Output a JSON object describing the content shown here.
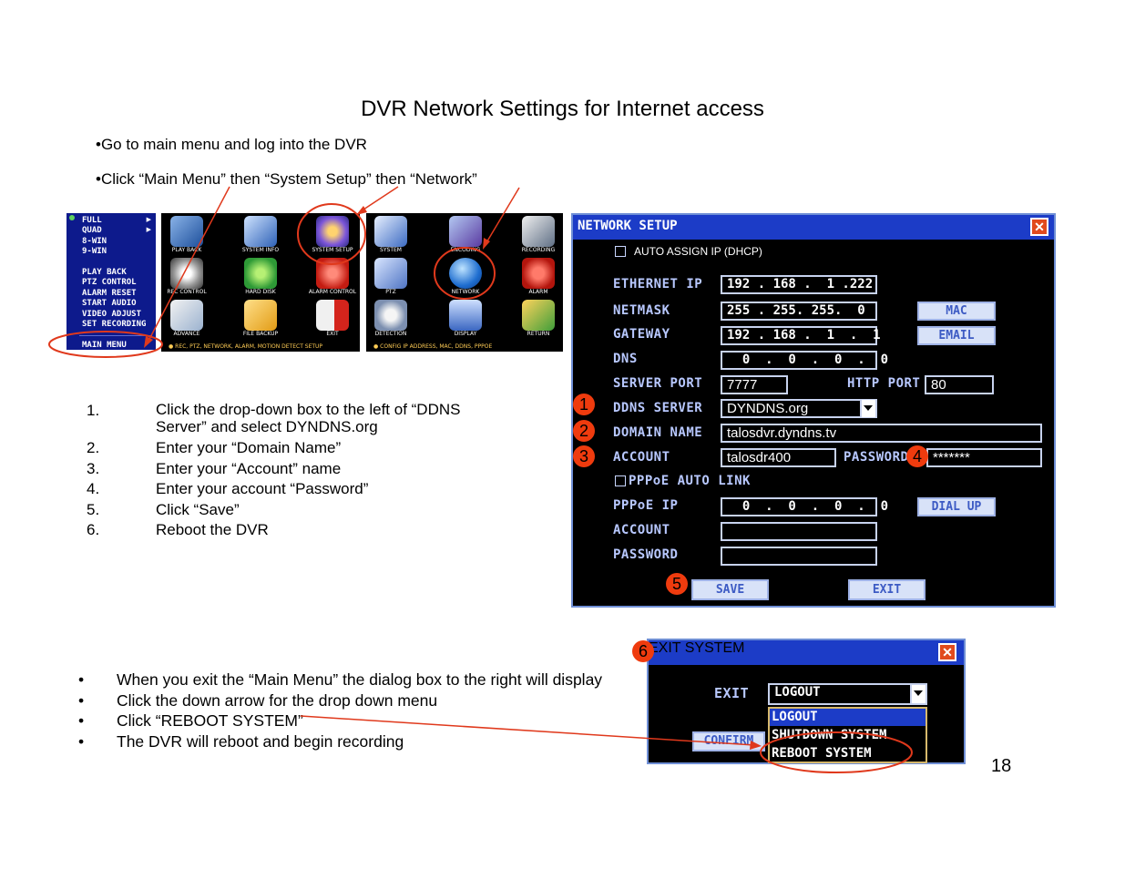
{
  "title": "DVR Network Settings for Internet access",
  "intro": [
    "•Go to main menu and log into the DVR",
    "•Click “Main Menu” then  “System Setup” then “Network”"
  ],
  "steps": [
    {
      "num": "1.",
      "text": "Click the drop-down box to the left of “DDNS Server” and select DYNDNS.org"
    },
    {
      "num": "2.",
      "text": "Enter your “Domain Name”"
    },
    {
      "num": "3.",
      "text": "Enter your “Account” name"
    },
    {
      "num": "4.",
      "text": "Enter your account “Password”"
    },
    {
      "num": "5.",
      "text": "Click “Save”"
    },
    {
      "num": "6.",
      "text": "Reboot the DVR"
    }
  ],
  "bullets": [
    "When you exit the “Main Menu” the dialog box to the right will display",
    "Click the down arrow for the drop down menu",
    "Click “REBOOT SYSTEM”",
    "The DVR will reboot and begin recording"
  ],
  "page_number": "18",
  "side_menu": [
    "FULL",
    "QUAD",
    "8-WIN",
    "9-WIN",
    "PLAY BACK",
    "PTZ CONTROL",
    "ALARM RESET",
    "START AUDIO",
    "VIDEO ADJUST",
    "SET RECORDING",
    "MAIN MENU"
  ],
  "main_menu_grid": {
    "labels": [
      "PLAY BACK",
      "SYSTEM INFO",
      "SYSTEM SETUP",
      "REC CONTROL",
      "HARD DISK",
      "ALARM CONTROL",
      "ADVANCE",
      "FILE BACKUP",
      "EXIT"
    ],
    "hint": "REC, PTZ, NETWORK, ALARM, MOTION DETECT SETUP"
  },
  "setup_grid": {
    "labels": [
      "SYSTEM",
      "ENCODING",
      "RECORDING",
      "PTZ",
      "NETWORK",
      "ALARM",
      "DETECTION",
      "DISPLAY",
      "RETURN"
    ],
    "hint": "CONFIG IP ADDRESS, MAC, DDNS, PPPOE"
  },
  "network_setup": {
    "title": "NETWORK SETUP",
    "dhcp_label": "AUTO ASSIGN IP (DHCP)",
    "labels": {
      "ethernet_ip": "ETHERNET IP",
      "netmask": "NETMASK",
      "gateway": "GATEWAY",
      "dns": "DNS",
      "server_port": "SERVER PORT",
      "http_port": "HTTP PORT",
      "ddns_server": "DDNS SERVER",
      "domain_name": "DOMAIN NAME",
      "account": "ACCOUNT",
      "password": "PASSWORD",
      "pppoe_auto_link": "PPPoE AUTO LINK",
      "pppoe_ip": "PPPoE IP",
      "pppoe_account": "ACCOUNT",
      "pppoe_password": "PASSWORD"
    },
    "values": {
      "ethernet_ip": "192 . 168 .  1 .222",
      "netmask": "255 . 255. 255.  0",
      "gateway": "192 . 168 .  1  .  1",
      "dns": "  0  .  0  .  0  .  0",
      "server_port": "7777",
      "http_port": "80",
      "ddns_server": "DYNDNS.org",
      "domain_name": "talosdvr.dyndns.tv",
      "account": "talosdr400",
      "password": "*******",
      "pppoe_ip": "  0  .  0  .  0  .  0",
      "pppoe_account": "",
      "pppoe_password": ""
    },
    "buttons": {
      "mac": "MAC",
      "email": "EMAIL",
      "dial_up": "DIAL UP",
      "save": "SAVE",
      "exit": "EXIT"
    },
    "badges": [
      "1",
      "2",
      "3",
      "4",
      "5"
    ]
  },
  "exit_system": {
    "title": "EXIT SYSTEM",
    "badge": "6",
    "exit_label": "EXIT",
    "selected": "LOGOUT",
    "options": [
      "LOGOUT",
      "SHUTDOWN SYSTEM",
      "REBOOT SYSTEM"
    ],
    "confirm": "CONFIRM"
  },
  "colors": {
    "callout_red": "#e0391c",
    "dvr_blue": "#1c3cc7",
    "badge": "#ef3b0e"
  }
}
